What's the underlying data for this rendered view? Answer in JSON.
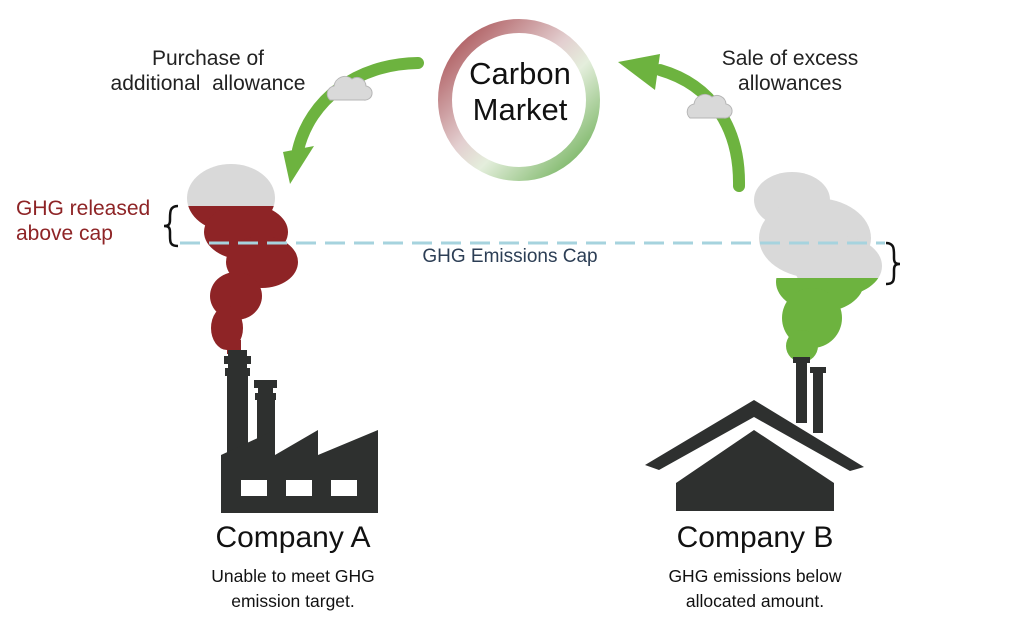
{
  "carbon_market": {
    "title_line1": "Carbon",
    "title_line2": "Market"
  },
  "flows": {
    "purchase_line1": "Purchase of",
    "purchase_line2": "additional  allowance",
    "sale_line1": "Sale of excess",
    "sale_line2": "allowances"
  },
  "cap": {
    "label": "GHG Emissions Cap",
    "released_line1": "GHG released",
    "released_line2": "above cap"
  },
  "company_a": {
    "name": "Company A",
    "desc_line1": "Unable to meet GHG",
    "desc_line2": "emission target."
  },
  "company_b": {
    "name": "Company B",
    "desc_line1": "GHG emissions below",
    "desc_line2": "allocated amount."
  },
  "colors": {
    "above_cap_red": "#8e2426",
    "below_cap_green": "#6db33f",
    "arrow_green": "#6db33f",
    "smoke_grey": "#d9d9d9",
    "cap_line": "#a6d3de",
    "building": "#2e302f"
  },
  "icons": [
    "cloud-icon",
    "factory-icon",
    "house-icon",
    "brace-icon",
    "arrow-icon"
  ]
}
